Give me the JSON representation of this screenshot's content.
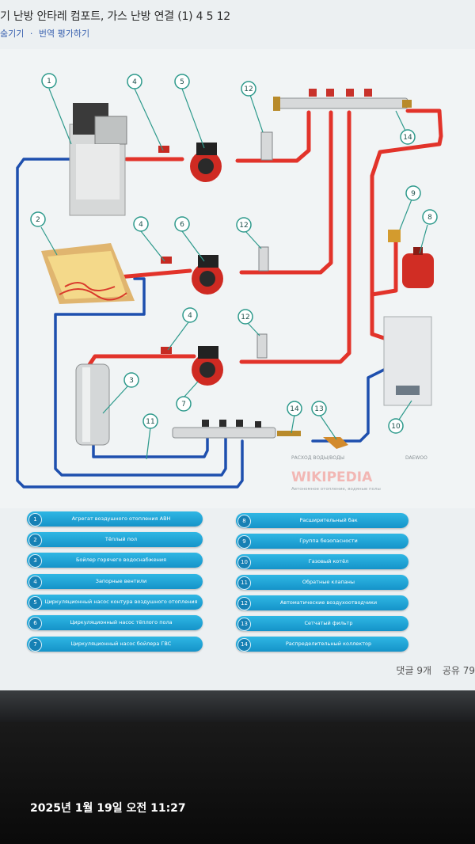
{
  "header": {
    "title": "기 난방 안타레 컴포트, 가스 난방 연결 (1) 4 5 12",
    "links": [
      "숨기기",
      "·",
      "번역 평가하기"
    ]
  },
  "diagram": {
    "callouts": [
      "1",
      "2",
      "3",
      "4",
      "4",
      "4",
      "5",
      "6",
      "7",
      "8",
      "9",
      "10",
      "11",
      "12",
      "12",
      "12",
      "13",
      "14",
      "14"
    ],
    "watermark": {
      "line1": "РАСХОД ВОДЫ/ВОДЫ",
      "line2": "DAEWOO",
      "line3": "WIKIPEDIA",
      "line4": "Автономное отопление, водяные полы"
    },
    "colors": {
      "hot_pipe": "#e2332a",
      "cold_pipe": "#1e4fae",
      "legend_pill": "#1da3d6"
    }
  },
  "legend": {
    "left": [
      {
        "num": "1",
        "label": "Агрегат воздушного отопления АВН"
      },
      {
        "num": "2",
        "label": "Тёплый пол"
      },
      {
        "num": "3",
        "label": "Бойлер горячего водоснабжения"
      },
      {
        "num": "4",
        "label": "Запорные вентили"
      },
      {
        "num": "5",
        "label": "Циркуляционный насос контура воздушного отопления"
      },
      {
        "num": "6",
        "label": "Циркуляционный насос тёплого пола"
      },
      {
        "num": "7",
        "label": "Циркуляционный насос бойлера ГВС"
      }
    ],
    "right": [
      {
        "num": "8",
        "label": "Расширительный бак"
      },
      {
        "num": "9",
        "label": "Группа безопасности"
      },
      {
        "num": "10",
        "label": "Газовый котёл"
      },
      {
        "num": "11",
        "label": "Обратные клапаны"
      },
      {
        "num": "12",
        "label": "Автоматические воздухоотводчики"
      },
      {
        "num": "13",
        "label": "Сетчатый фильтр"
      },
      {
        "num": "14",
        "label": "Распределительный коллектор"
      }
    ]
  },
  "footer": {
    "comments": "댓글 9개",
    "shares": "공유 79"
  },
  "photo": {
    "date": "2025년 1월 19일 오전 11:27"
  }
}
